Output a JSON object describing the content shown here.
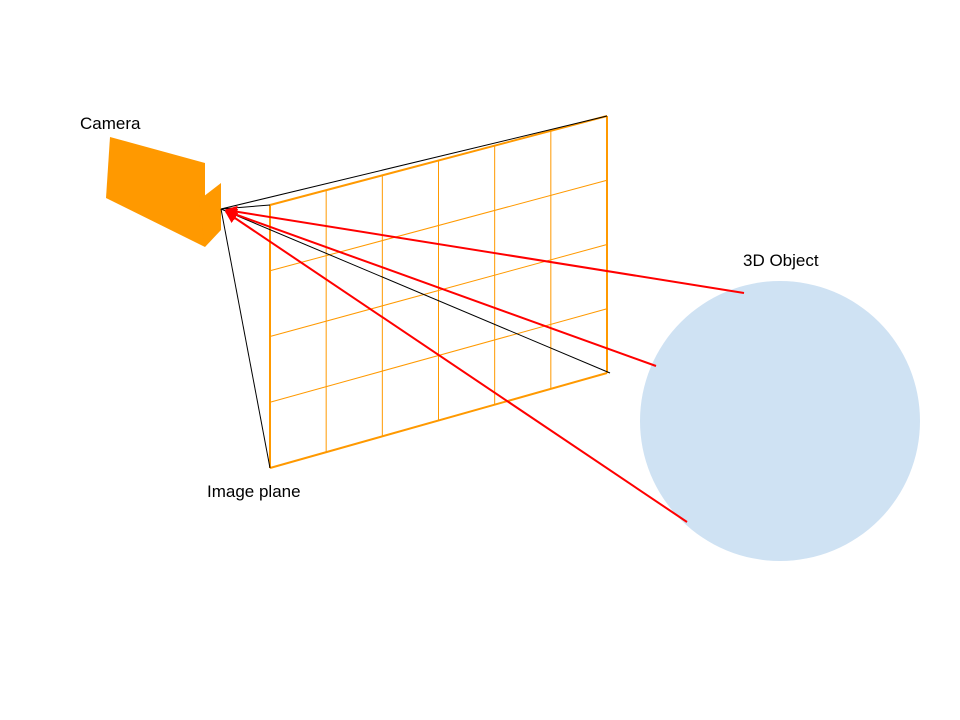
{
  "labels": {
    "camera": "Camera",
    "image_plane": "Image plane",
    "object": "3D Object"
  },
  "colors": {
    "camera": "#ff9900",
    "grid": "#ff9900",
    "rays": "#ff0000",
    "frustum": "#000000",
    "object_fill": "#cfe2f3"
  },
  "grid": {
    "columns": 6,
    "rows": 4
  }
}
